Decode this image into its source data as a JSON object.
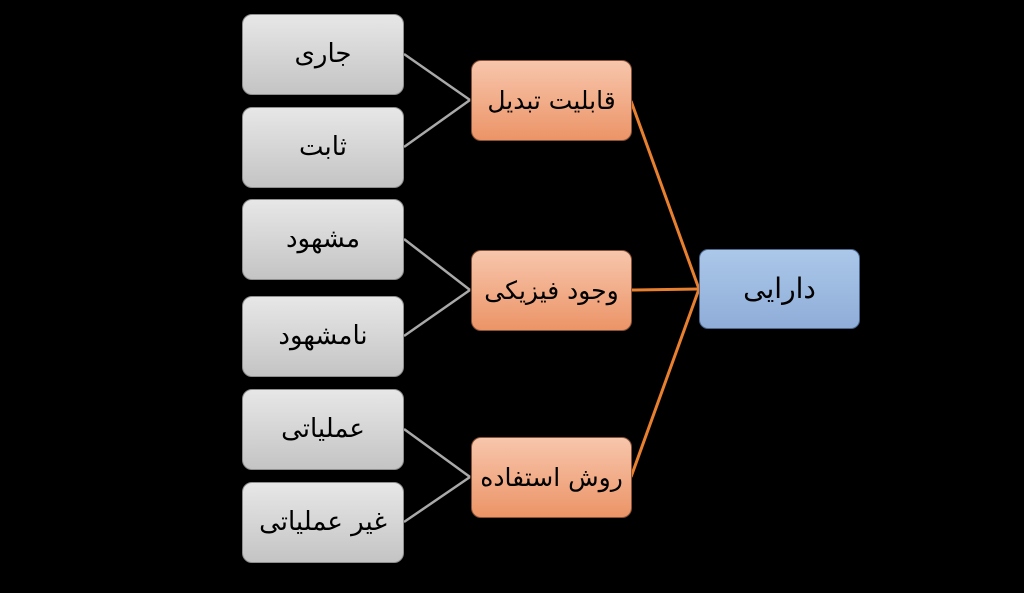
{
  "canvas": {
    "background": "#000000"
  },
  "colors": {
    "canvas_bg": "#000000",
    "text": "#000000",
    "leaf_fill_top": "#E7E7E7",
    "leaf_fill_bottom": "#C4C4C4",
    "leaf_border": "#8F8F8F",
    "mid_fill_top": "#F7C6AC",
    "mid_fill_bottom": "#EC9467",
    "mid_border": "#8A5236",
    "root_fill_top": "#ABC7E9",
    "root_fill_bottom": "#8FADD8",
    "root_border": "#4A6890",
    "connector_gray": "#A9A9A9",
    "connector_orange": "#E8802F"
  },
  "nodes": {
    "root": {
      "label": "دارایی"
    },
    "mid": [
      {
        "label": "قابلیت تبدیل"
      },
      {
        "label": "وجود فیزیکی"
      },
      {
        "label": "روش استفاده"
      }
    ],
    "leaf": [
      {
        "label": "جاری"
      },
      {
        "label": "ثابت"
      },
      {
        "label": "مشهود"
      },
      {
        "label": "نامشهود"
      },
      {
        "label": "عملیاتی"
      },
      {
        "label": "غیر عملیاتی"
      }
    ]
  }
}
